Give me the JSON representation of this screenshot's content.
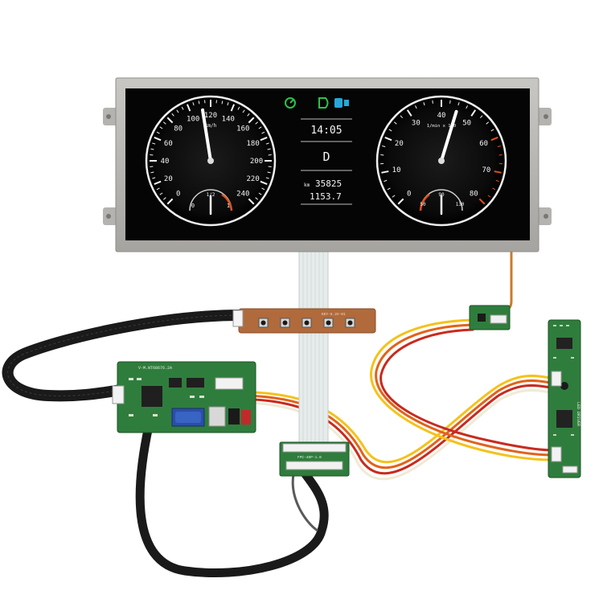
{
  "colors": {
    "bezel": "#b9b7b3",
    "screen": "#050505",
    "pcb_green": "#2f7d3c",
    "pcb_brown": "#b06a3c",
    "flex_cable": "#dfe7e8",
    "indicator_green": "#2fbf4a",
    "indicator_cyan": "#27a7d9",
    "redline": "#e0521d"
  },
  "display": {
    "indicator_icons": [
      "engine-check-icon",
      "fog-light-icon",
      "high-beam-icon"
    ],
    "left_gauge": {
      "type": "speedometer",
      "unit": "km/h",
      "ticks": [
        "0",
        "20",
        "40",
        "60",
        "80",
        "100",
        "120",
        "140",
        "160",
        "180",
        "200",
        "220",
        "240"
      ],
      "needle_value": 112,
      "sub_gauge": {
        "labels": [
          "0",
          "1/2",
          "1"
        ],
        "needle_value": 0.5
      }
    },
    "right_gauge": {
      "type": "tachometer",
      "unit": "1/min x 100",
      "ticks": [
        "0",
        "10",
        "20",
        "30",
        "40",
        "50",
        "60",
        "70",
        "80"
      ],
      "needle_value": 45,
      "redline_from": 60,
      "sub_gauge": {
        "labels": [
          "50",
          "90",
          "130"
        ],
        "needle_value": 90
      }
    },
    "center": {
      "clock": "14:05",
      "gear_label": "D",
      "odometer_unit": "km",
      "odometer": "35825",
      "trip": "1153.7"
    }
  },
  "boards": {
    "keypad": {
      "label": "KEY-5.2V-01",
      "buttons": 5
    },
    "controller": {
      "label": "V-M.NT68676.2A",
      "ports": [
        "VGA",
        "DVI",
        "Audio",
        "DC"
      ]
    },
    "adapter": {
      "label": "FPC-40P-1.0"
    },
    "inverter": {
      "label": "LED DRIVER"
    }
  }
}
